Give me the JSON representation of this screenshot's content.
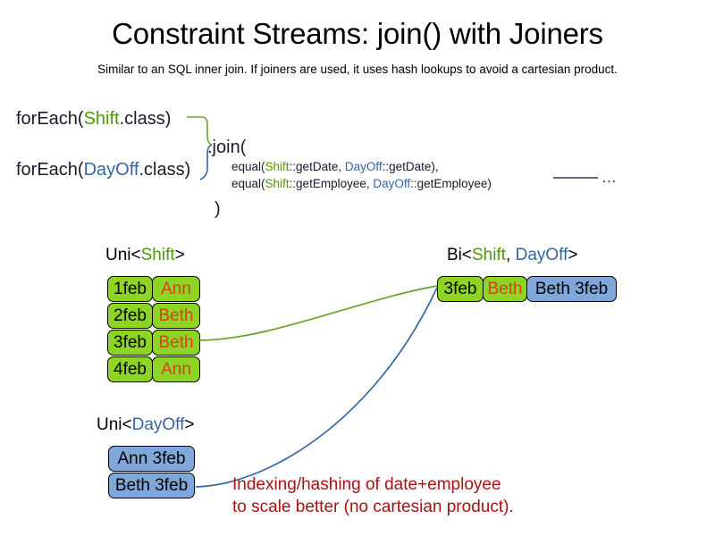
{
  "slide": {
    "title": "Constraint Streams: join() with Joiners",
    "subtitle": "Similar to an SQL inner join. If joiners are used, it uses hash lookups to avoid a cartesian product."
  },
  "code": {
    "foreach_shift": {
      "prefix": "forEach(",
      "type": "Shift",
      "suffix": ".class)"
    },
    "foreach_dayoff": {
      "prefix": "forEach(",
      "type": "DayOff",
      "suffix": ".class)"
    },
    "join_open": ".join(",
    "join_close": ")",
    "joiners": [
      {
        "prefix": "equal(",
        "left_type": "Shift",
        "left_method": "::getDate, ",
        "right_type": "DayOff",
        "right_method": "::getDate),"
      },
      {
        "prefix": "equal(",
        "left_type": "Shift",
        "left_method": "::getEmployee, ",
        "right_type": "DayOff",
        "right_method": "::getEmployee)"
      }
    ],
    "ellipsis": "…"
  },
  "streams": {
    "uni_shift": {
      "label_prefix": "Uni<",
      "label_type": "Shift",
      "label_suffix": ">",
      "rows": [
        {
          "date": "1feb",
          "name": "Ann"
        },
        {
          "date": "2feb",
          "name": "Beth"
        },
        {
          "date": "3feb",
          "name": "Beth"
        },
        {
          "date": "4feb",
          "name": "Ann"
        }
      ]
    },
    "uni_dayoff": {
      "label_prefix": "Uni<",
      "label_type": "DayOff",
      "label_suffix": ">",
      "rows": [
        {
          "pair": "Ann 3feb"
        },
        {
          "pair": "Beth 3feb"
        }
      ]
    },
    "bi": {
      "label_prefix": "Bi<",
      "label_type_left": "Shift",
      "label_separator": ", ",
      "label_type_right": "DayOff",
      "label_suffix": ">",
      "rows": [
        {
          "date": "3feb",
          "name": "Beth",
          "pair": "Beth 3feb"
        }
      ]
    }
  },
  "annotation": {
    "line1": "Indexing/hashing of date+employee",
    "line2": "to scale better (no cartesian product)."
  },
  "colors": {
    "shift_green": "#4e9a06",
    "dayoff_blue": "#3465a4",
    "box_green": "#8ed424",
    "box_blue": "#7fa7d9",
    "name_orange": "#d4441a",
    "annotation_red": "#aa1111",
    "rule_purple": "#7b5c85"
  }
}
